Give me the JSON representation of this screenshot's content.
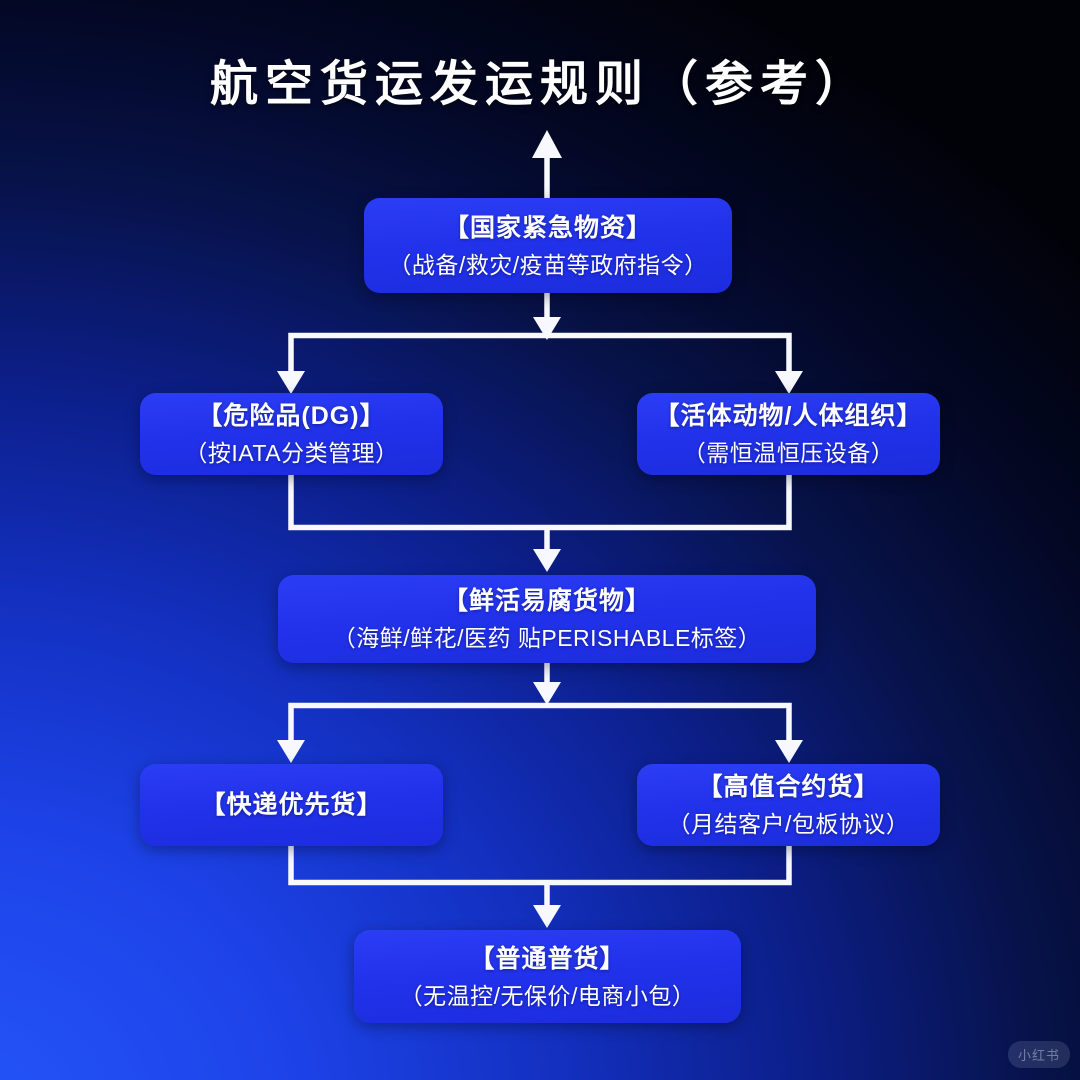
{
  "title": "航空货运发运规则（参考）",
  "watermark": "小红书",
  "colors": {
    "background_bright_corner": "#2456fa",
    "background_dark_corner": "#010207",
    "node_fill": "#2132ea",
    "connector": "#f7f9ff",
    "text": "#ffffff"
  },
  "flow": {
    "nodes": [
      {
        "id": "national-emergency",
        "title": "【国家紧急物资】",
        "subtitle": "（战备/救灾/疫苗等政府指令）"
      },
      {
        "id": "dangerous-goods",
        "title": "【危险品(DG)】",
        "subtitle": "（按IATA分类管理）"
      },
      {
        "id": "live-animals-tissue",
        "title": "【活体动物/人体组织】",
        "subtitle": "（需恒温恒压设备）"
      },
      {
        "id": "perishable-cargo",
        "title": "【鲜活易腐货物】",
        "subtitle": "（海鲜/鲜花/医药 贴PERISHABLE标签）"
      },
      {
        "id": "express-priority",
        "title": "【快递优先货】",
        "subtitle": ""
      },
      {
        "id": "high-value-contract",
        "title": "【高值合约货】",
        "subtitle": "（月结客户/包板协议）"
      },
      {
        "id": "general-cargo",
        "title": "【普通普货】",
        "subtitle": "（无温控/无保价/电商小包）"
      }
    ]
  }
}
